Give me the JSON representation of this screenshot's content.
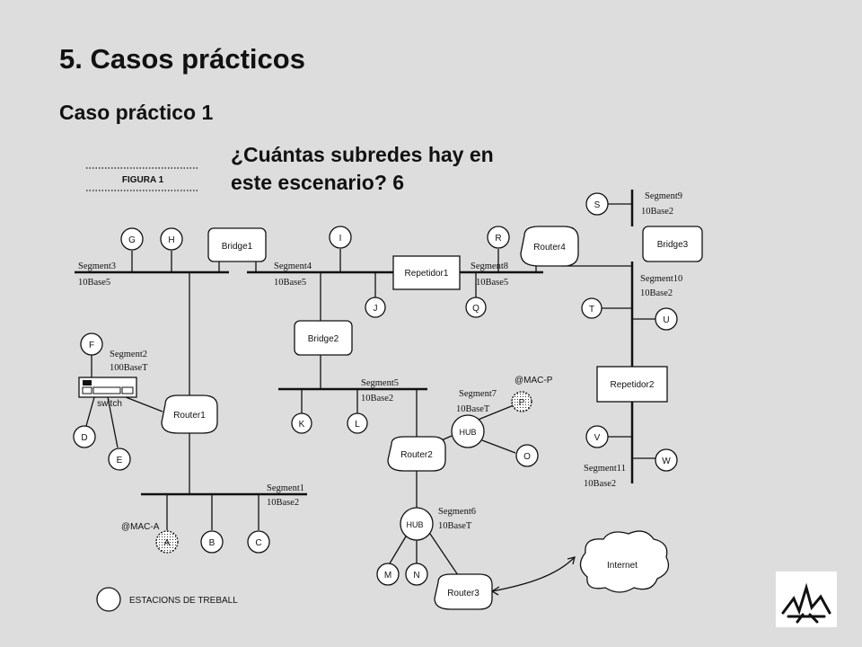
{
  "header": {
    "title": "5. Casos prácticos",
    "subtitle": "Caso práctico 1",
    "question_line1": "¿Cuántas subredes hay en",
    "question_line2": "este escenario?  6"
  },
  "figure_label": "FIGURA 1",
  "legend_label": "ESTACIONS DE TREBALL",
  "segments": {
    "seg1": {
      "name": "Segment1",
      "type": "10Base2"
    },
    "seg2": {
      "name": "Segment2",
      "type": "100BaseT"
    },
    "seg3": {
      "name": "Segment3",
      "type": "10Base5"
    },
    "seg4": {
      "name": "Segment4",
      "type": "10Base5"
    },
    "seg5": {
      "name": "Segment5",
      "type": "10Base2"
    },
    "seg6": {
      "name": "Segment6",
      "type": "10BaseT"
    },
    "seg7": {
      "name": "Segment7",
      "type": "10BaseT"
    },
    "seg8": {
      "name": "Segment8",
      "type": "10Base5"
    },
    "seg9": {
      "name": "Segment9",
      "type": "10Base2"
    },
    "seg10": {
      "name": "Segment10",
      "type": "10Base2"
    },
    "seg11": {
      "name": "Segment11",
      "type": "10Base2"
    }
  },
  "devices": {
    "bridge1": "Bridge1",
    "bridge2": "Bridge2",
    "bridge3": "Bridge3",
    "router1": "Router1",
    "router2": "Router2",
    "router3": "Router3",
    "router4": "Router4",
    "repetidor1": "Repetidor1",
    "repetidor2": "Repetidor2",
    "hub_top": "HUB",
    "hub_bottom": "HUB",
    "switch": "switch",
    "internet": "Internet"
  },
  "mac_labels": {
    "mac_a": "@MAC-A",
    "mac_p": "@MAC-P"
  },
  "stations": {
    "A": "A",
    "B": "B",
    "C": "C",
    "D": "D",
    "E": "E",
    "F": "F",
    "G": "G",
    "H": "H",
    "I": "I",
    "J": "J",
    "K": "K",
    "L": "L",
    "M": "M",
    "N": "N",
    "O": "O",
    "P": "P",
    "Q": "Q",
    "R": "R",
    "S": "S",
    "T": "T",
    "U": "U",
    "V": "V",
    "W": "W"
  }
}
